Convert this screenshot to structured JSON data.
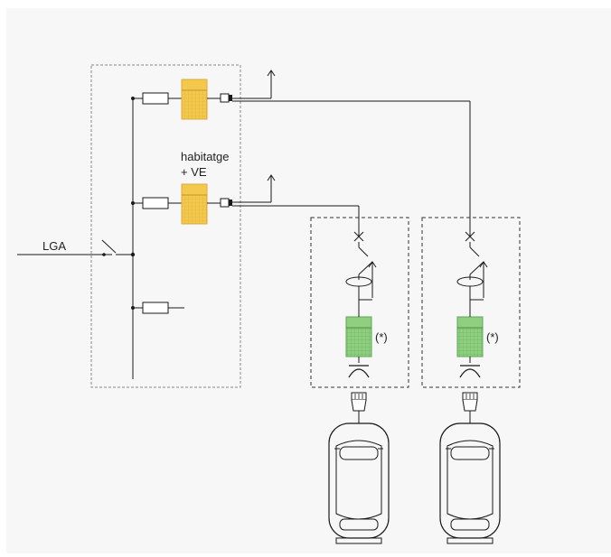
{
  "labels": {
    "lga": "LGA",
    "meter_note_line1": "habitatge",
    "meter_note_line2": "+ VE",
    "charger_note_1": "(*)",
    "charger_note_2": "(*)"
  },
  "colors": {
    "background": "#f7f7f7",
    "line": "#1a1a1a",
    "frame": "#8a8a8a",
    "meter_fill": "#f2c94c",
    "meter_grid": "#e0a93a",
    "charger_fill": "#8fcf7f",
    "charger_grid": "#5fa85a"
  },
  "icons": [
    "switch-icon",
    "fuse-icon",
    "meter-icon",
    "arrow-up-icon",
    "breaker-icon",
    "current-transformer-icon",
    "socket-icon",
    "plug-icon",
    "car-icon"
  ]
}
